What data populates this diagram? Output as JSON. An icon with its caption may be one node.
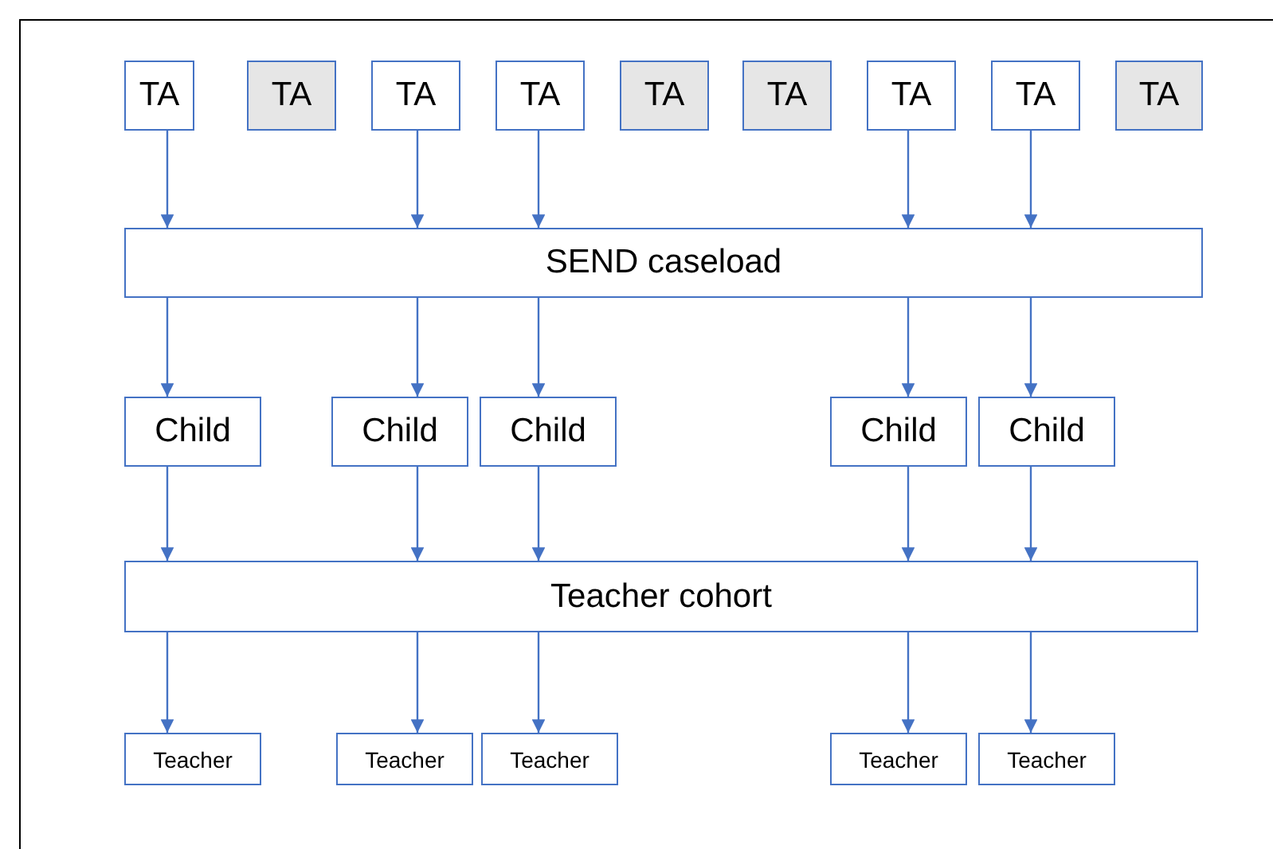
{
  "diagram": {
    "nodes": [
      {
        "text": [
          "TA"
        ]
      },
      {
        "text": [
          "TA"
        ]
      },
      {
        "text": [
          "TA"
        ]
      },
      {
        "text": [
          "TA"
        ]
      },
      {
        "text": [
          "TA"
        ]
      },
      {
        "text": [
          "TA"
        ]
      },
      {
        "text": [
          "TA"
        ]
      },
      {
        "text": [
          "TA"
        ]
      },
      {
        "text": [
          "TA"
        ]
      },
      {
        "text": [
          "SEND caseload"
        ]
      },
      {
        "text": [
          "Child"
        ]
      },
      {
        "text": [
          "Child"
        ]
      },
      {
        "text": [
          "Child"
        ]
      },
      {
        "text": [
          "Child"
        ]
      },
      {
        "text": [
          "Child"
        ]
      },
      {
        "text": [
          "Teacher cohort"
        ]
      },
      {
        "text": [
          "Teacher"
        ]
      },
      {
        "text": [
          "Teacher"
        ]
      },
      {
        "text": [
          "Teacher"
        ]
      },
      {
        "text": [
          "Teacher"
        ]
      },
      {
        "text": [
          "Teacher"
        ]
      }
    ],
    "edges": [
      {
        "from": 0,
        "to": 9,
        "arrow": "to"
      },
      {
        "from": 2,
        "to": 9,
        "arrow": "to"
      },
      {
        "from": 3,
        "to": 9,
        "arrow": "to"
      },
      {
        "from": 6,
        "to": 9,
        "arrow": "to"
      },
      {
        "from": 7,
        "to": 9,
        "arrow": "to"
      },
      {
        "from": 9,
        "to": 10,
        "arrow": "to"
      },
      {
        "from": 9,
        "to": 11,
        "arrow": "to"
      },
      {
        "from": 9,
        "to": 12,
        "arrow": "to"
      },
      {
        "from": 9,
        "to": 13,
        "arrow": "to"
      },
      {
        "from": 9,
        "to": 14,
        "arrow": "to"
      },
      {
        "from": 10,
        "to": 15,
        "arrow": "to"
      },
      {
        "from": 11,
        "to": 15,
        "arrow": "to"
      },
      {
        "from": 12,
        "to": 15,
        "arrow": "to"
      },
      {
        "from": 13,
        "to": 15,
        "arrow": "to"
      },
      {
        "from": 14,
        "to": 15,
        "arrow": "to"
      },
      {
        "from": 15,
        "to": 16,
        "arrow": "to"
      },
      {
        "from": 15,
        "to": 17,
        "arrow": "to"
      },
      {
        "from": 15,
        "to": 18,
        "arrow": "to"
      },
      {
        "from": 15,
        "to": 19,
        "arrow": "to"
      },
      {
        "from": 15,
        "to": 20,
        "arrow": "to"
      }
    ]
  }
}
